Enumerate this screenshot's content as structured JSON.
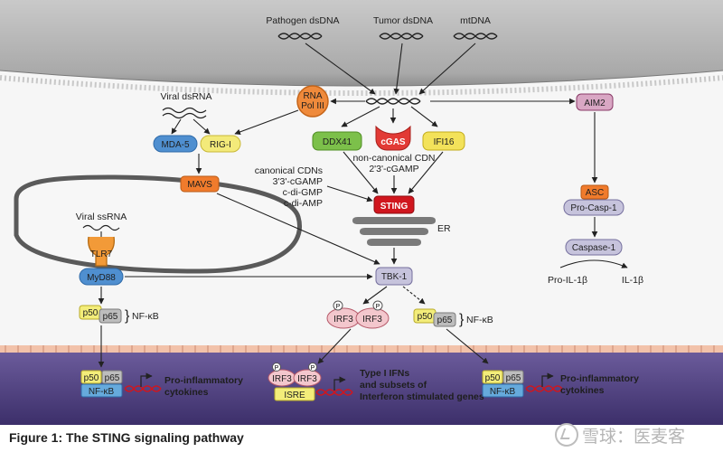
{
  "figure": {
    "caption": "Figure 1: The STING signaling pathway",
    "watermark": "雪球：医麦客"
  },
  "sources": {
    "pathogen": "Pathogen dsDNA",
    "tumor": "Tumor dsDNA",
    "mt": "mtDNA",
    "viral_dsrna": "Viral dsRNA",
    "viral_ssrna": "Viral ssRNA"
  },
  "nodes": {
    "rna_pol_1": "RNA",
    "rna_pol_2": "Pol III",
    "mda5": "MDA-5",
    "rigi": "RIG-I",
    "ddx41": "DDX41",
    "cgas": "cGAS",
    "ifi16": "IFI16",
    "aim2": "AIM2",
    "mavs": "MAVS",
    "sting": "STING",
    "er": "ER",
    "tlr7": "TLR7",
    "myd88": "MyD88",
    "tbk1": "TBK-1",
    "asc": "ASC",
    "procasp1": "Pro-Casp-1",
    "caspase1": "Caspase-1",
    "pro_il1b": "Pro-IL-1β",
    "il1b": "IL-1β",
    "irf3": "IRF3",
    "p": "P",
    "p50": "p50",
    "p65": "p65",
    "nfkb": "NF-κB",
    "isre": "ISRE"
  },
  "annotations": {
    "canonical_1": "canonical CDNs",
    "canonical_2": "3'3'-cGAMP",
    "canonical_3": "c-di-GMP",
    "canonical_4": "c-di-AMP",
    "noncanonical_1": "non-canonical CDN",
    "noncanonical_2": "2'3'-cGAMP"
  },
  "outputs": {
    "proinflam_1": "Pro-inflammatory",
    "proinflam_2": "cytokines",
    "ifn_1": "Type I IFNs",
    "ifn_2": "and subsets of",
    "ifn_3": "Interferon stimulated genes"
  },
  "colors": {
    "membrane_gray": "#b4b4b4",
    "cytoplasm": "#f3f3f3",
    "nucleus": "#5a4a8a",
    "sting_red": "#d0161e",
    "tbk1_purple": "#c6c3dc",
    "green_sensor": "#7cc04a",
    "yellow_p50": "#f3ed7a",
    "orange": "#f2a032",
    "pink_irf3": "#f3c7cd",
    "blue_nfkb": "#66aadc"
  }
}
